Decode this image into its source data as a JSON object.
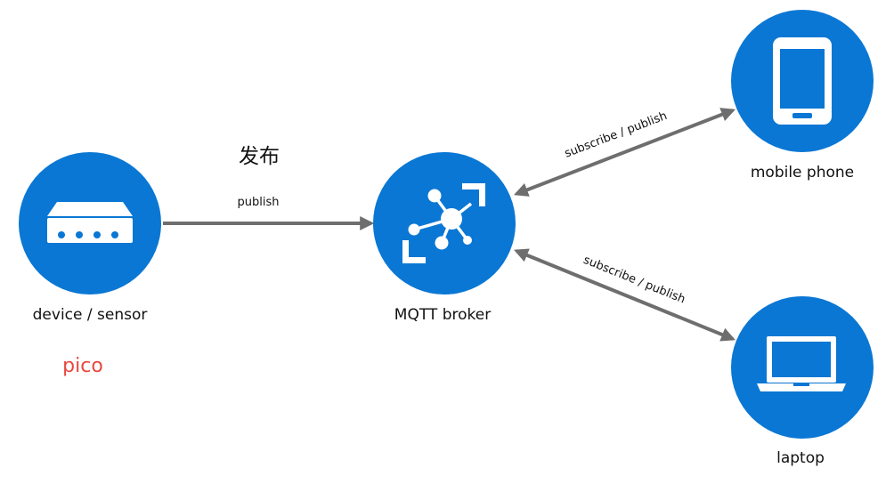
{
  "nodes": {
    "device": {
      "label": "device / sensor",
      "icon": "router-icon"
    },
    "broker": {
      "label": "MQTT broker",
      "icon": "hub-network-icon"
    },
    "phone": {
      "label": "mobile phone",
      "icon": "mobile-phone-icon"
    },
    "laptop": {
      "label": "laptop",
      "icon": "laptop-icon"
    }
  },
  "edges": {
    "device_to_broker": {
      "label": "publish",
      "label_cn": "发布"
    },
    "broker_phone": {
      "label": "subscribe / publish"
    },
    "broker_laptop": {
      "label": "subscribe / publish"
    }
  },
  "annotation": {
    "text": "pico"
  },
  "colors": {
    "node": "#0a77d4",
    "arrow": "#6e6e6e",
    "annotation": "#e8483e"
  }
}
